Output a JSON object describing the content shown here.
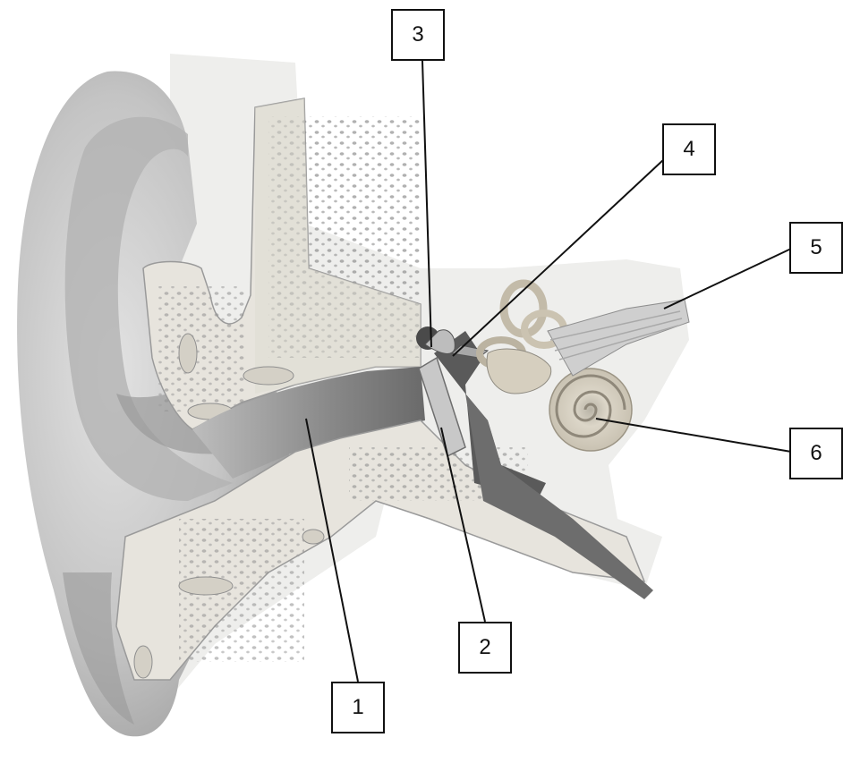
{
  "diagram": {
    "labels": [
      {
        "id": "1",
        "text": "1",
        "part": "ear-canal"
      },
      {
        "id": "2",
        "text": "2",
        "part": "eardrum"
      },
      {
        "id": "3",
        "text": "3",
        "part": "ossicles"
      },
      {
        "id": "4",
        "text": "4",
        "part": "middle-ear-cavity"
      },
      {
        "id": "5",
        "text": "5",
        "part": "auditory-nerve"
      },
      {
        "id": "6",
        "text": "6",
        "part": "cochlea"
      }
    ],
    "colors": {
      "skin": "#cfcfcf",
      "skin_shadow": "#8c8c8c",
      "bone": "#e6e3dc",
      "bone_pores": "#8a8a8a",
      "canal": "#7d7d7d",
      "dark_cavity": "#555555",
      "leader_line": "#111111"
    }
  }
}
